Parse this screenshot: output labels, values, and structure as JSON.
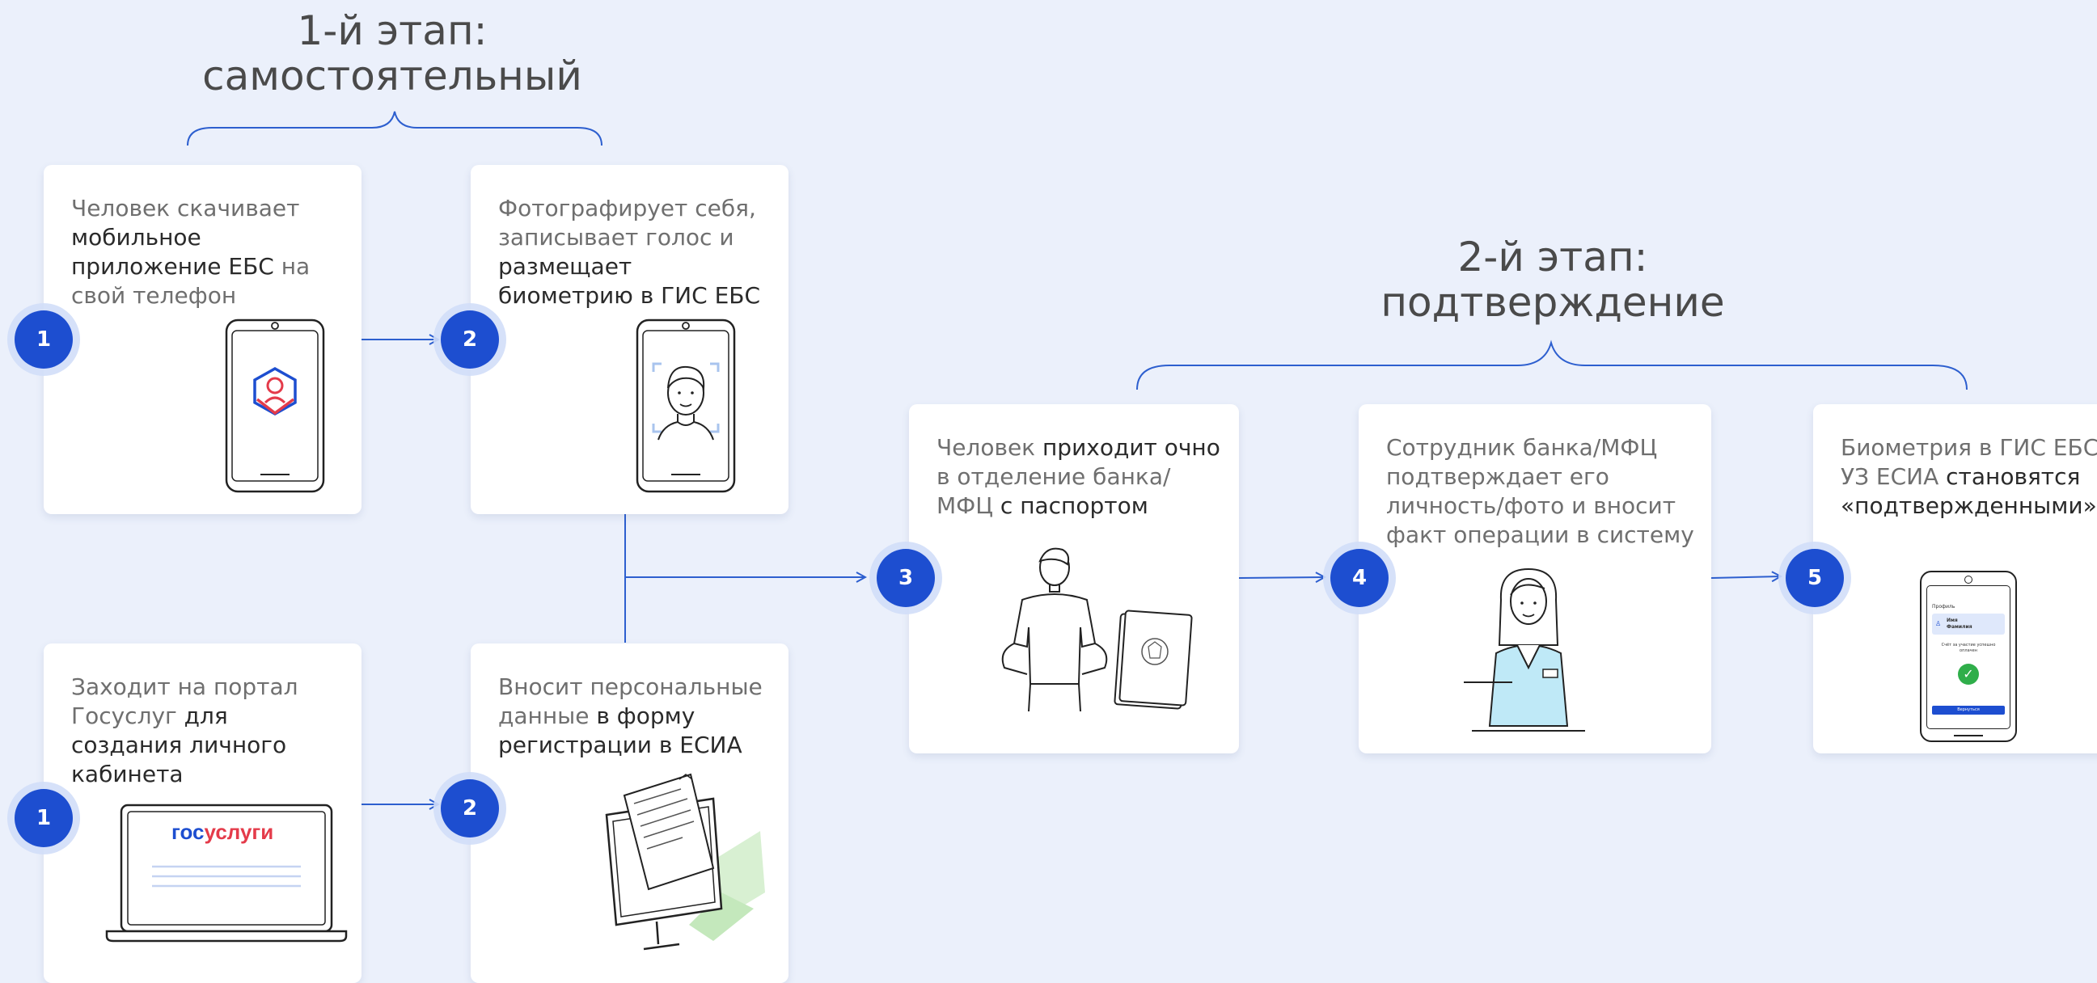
{
  "stage1": {
    "line1": "1-й этап:",
    "line2": "самостоятельный"
  },
  "stage2": {
    "line1": "2-й этап:",
    "line2": "подтверждение"
  },
  "cards": {
    "c1": {
      "t1": "Человек скачивает ",
      "b1": "мобильное приложение ЕБС",
      "t2": " на свой телефон"
    },
    "c2": {
      "t1": "Фотографирует себя, записывает голос и ",
      "b1": "размещает биометрию в ГИС ЕБС"
    },
    "c3": {
      "t1": "Заходит на портал Госуслуг ",
      "b1": "для создания личного кабинета"
    },
    "c4": {
      "t1": "Вносит персональные данные ",
      "b1": "в форму регистрации в ЕСИА"
    },
    "c5": {
      "t1": "Человек ",
      "b1": "приходит очно",
      "t2": " в отделение банка/МФЦ ",
      "b2": "с паспортом"
    },
    "c6": {
      "t1": "Сотрудник банка/МФЦ подтверждает его личность/фото и вносит факт операции в систему"
    },
    "c7": {
      "t1": "Биометрия в ГИС ЕБС / УЗ ЕСИА ",
      "b1": "становятся «подтвержденными»"
    }
  },
  "badges": {
    "n1": "1",
    "n2": "2",
    "n3": "3",
    "n4": "4",
    "n5": "5"
  },
  "gosuslugi": {
    "gos": "гос",
    "uslugi": "услуги"
  },
  "phone_screen": {
    "profile": "Профиль",
    "name_line1": "Имя",
    "name_line2": "Фамилия",
    "message": "Счёт за участие успешно оплачен",
    "button": "Вернуться"
  },
  "colors": {
    "accent": "#1d4ed0",
    "line": "#2d5fcf",
    "background": "#ebf0fb",
    "success": "#2fae4a"
  }
}
